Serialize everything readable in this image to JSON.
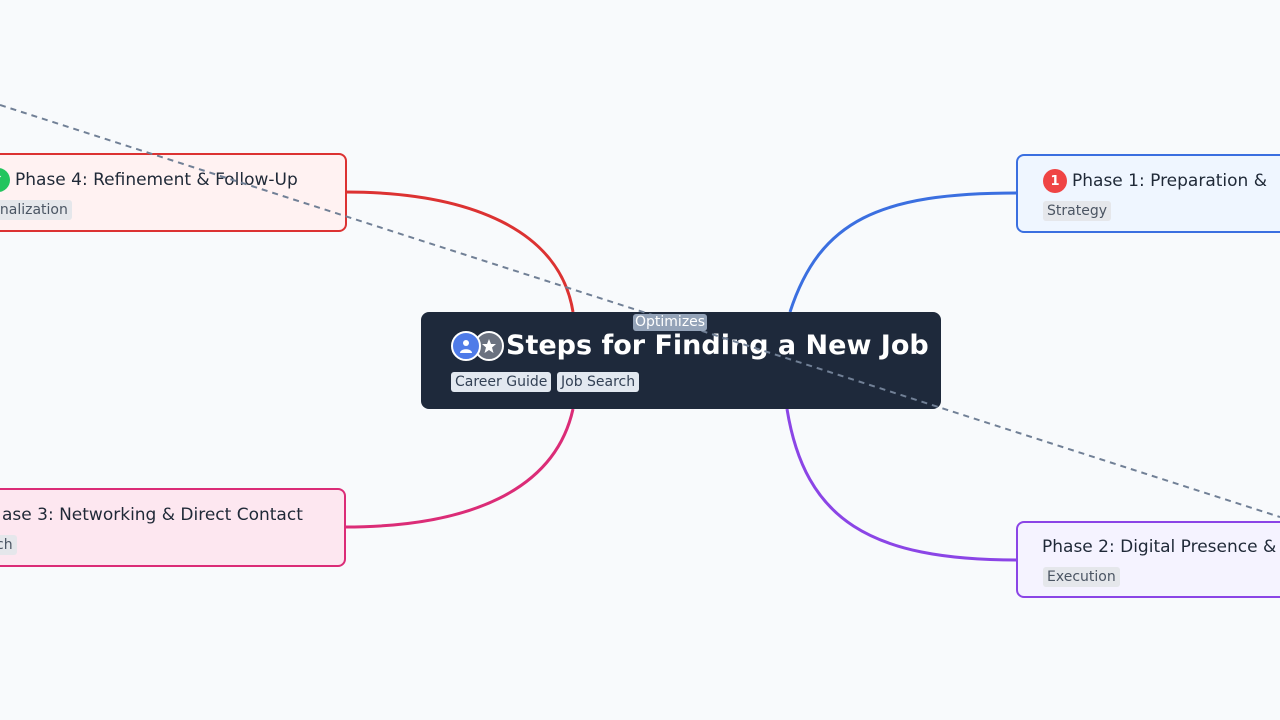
{
  "center": {
    "title": "Steps for Finding a New Job",
    "tags": [
      "Career Guide",
      "Job Search"
    ],
    "icons": [
      "user-icon",
      "star-icon"
    ]
  },
  "branches": [
    {
      "title": "Phase 1: Preparation &",
      "tag": "Strategy",
      "badge": "1",
      "color": "#3b6fe0",
      "fill": "#eff6ff",
      "badge_color": "#ef4444"
    },
    {
      "title": "Phase 2: Digital Presence &",
      "tag": "Execution",
      "color": "#8b45e6",
      "fill": "#f5f3ff"
    },
    {
      "title": "ase 3: Networking & Direct Contact",
      "tag": "ch",
      "color": "#db2c77",
      "fill": "#fde7f0"
    },
    {
      "title": "Phase 4: Refinement & Follow-Up",
      "tag": "inalization",
      "badge": "✓",
      "color": "#dc3232",
      "fill": "#fff2f2",
      "badge_color": "#22c55e"
    }
  ],
  "cross_link": {
    "label": "Optimizes",
    "color": "#718096"
  }
}
